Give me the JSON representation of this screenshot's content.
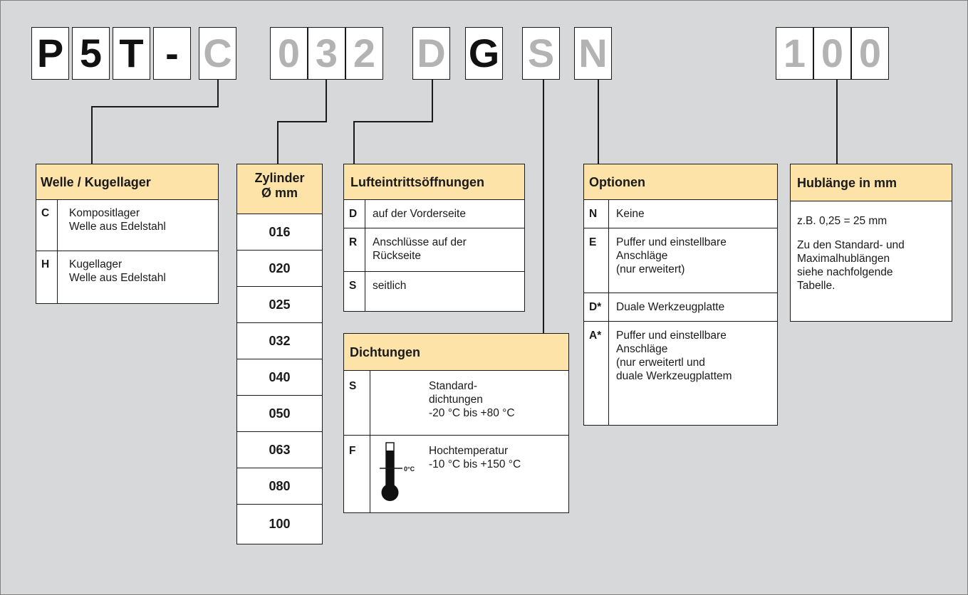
{
  "code": [
    "P",
    "5",
    "T",
    "-",
    "C",
    "0",
    "3",
    "2",
    "D",
    "G",
    "S",
    "N",
    "1",
    "0",
    "0"
  ],
  "welle": {
    "title": "Welle / Kugellager",
    "rows": [
      {
        "key": "C",
        "text": "Kompositlager\nWelle aus Edelstahl"
      },
      {
        "key": "H",
        "text": "Kugellager\nWelle aus Edelstahl"
      }
    ]
  },
  "zylinder": {
    "title": "Zylinder\nØ mm",
    "values": [
      "016",
      "020",
      "025",
      "032",
      "040",
      "050",
      "063",
      "080",
      "100"
    ]
  },
  "luft": {
    "title": "Lufteintrittsöffnungen",
    "rows": [
      {
        "key": "D",
        "text": "auf der Vorderseite"
      },
      {
        "key": "R",
        "text": "Anschlüsse auf der\nRückseite"
      },
      {
        "key": "S",
        "text": "seitlich"
      }
    ]
  },
  "dichtungen": {
    "title": "Dichtungen",
    "rows": [
      {
        "key": "S",
        "text": "Standard-\ndichtungen\n-20 °C bis +80 °C"
      },
      {
        "key": "F",
        "text": "Hochtemperatur\n-10 °C bis +150 °C"
      }
    ],
    "thermo_label": "0°C"
  },
  "optionen": {
    "title": "Optionen",
    "rows": [
      {
        "key": "N",
        "text": "Keine"
      },
      {
        "key": "E",
        "text": "Puffer und einstellbare\nAnschläge\n(nur erweitert)"
      },
      {
        "key": "D*",
        "text": "Duale Werkzeugplatte"
      },
      {
        "key": "A*",
        "text": "Puffer und einstellbare\nAnschläge\n(nur erweitertl und\nduale Werkzeugplattem"
      }
    ]
  },
  "hub": {
    "title": "Hublänge in mm",
    "line1": "z.B. 0,25 = 25 mm",
    "line2": "Zu den Standard- und\nMaximalhublängen\nsiehe nachfolgende\nTabelle."
  }
}
